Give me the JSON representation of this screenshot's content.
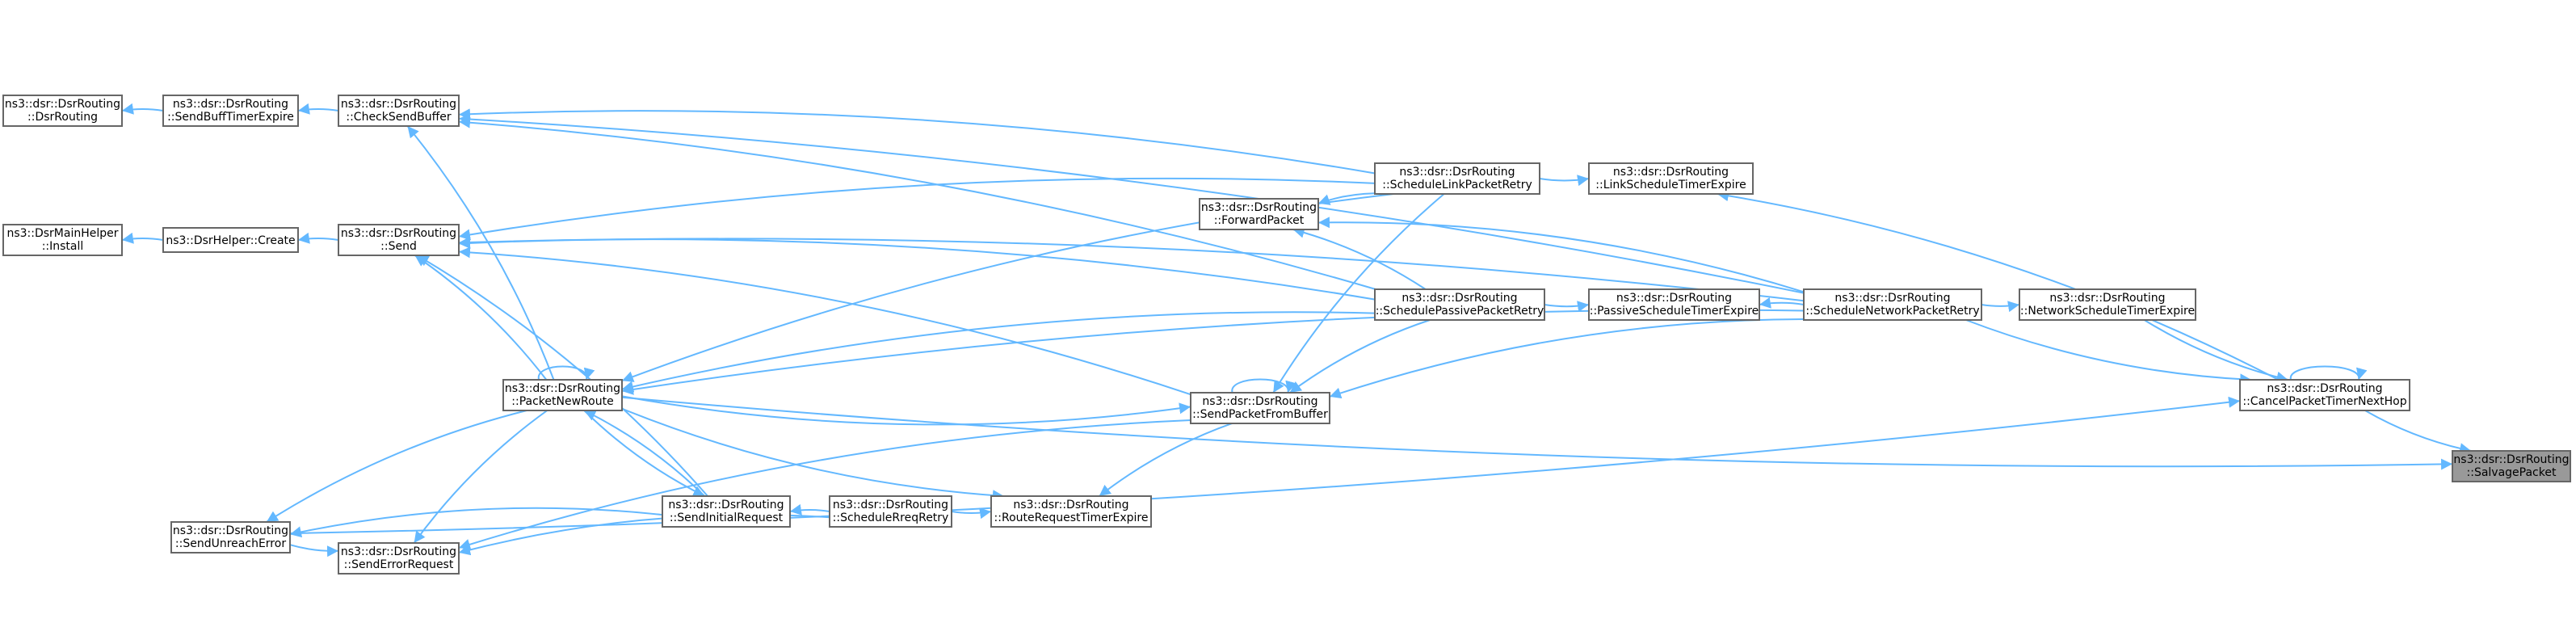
{
  "nodes": [
    {
      "id": "dsr_ctor",
      "line1": "ns3::dsr::DsrRouting",
      "line2": "::DsrRouting"
    },
    {
      "id": "send_buff_timer",
      "line1": "ns3::dsr::DsrRouting",
      "line2": "::SendBuffTimerExpire"
    },
    {
      "id": "check_send_buffer",
      "line1": "ns3::dsr::DsrRouting",
      "line2": "::CheckSendBuffer"
    },
    {
      "id": "main_helper_install",
      "line1": "ns3::DsrMainHelper",
      "line2": "::Install"
    },
    {
      "id": "helper_create",
      "line1": "ns3::DsrHelper::Create",
      "line2": ""
    },
    {
      "id": "send",
      "line1": "ns3::dsr::DsrRouting",
      "line2": "::Send"
    },
    {
      "id": "packet_new_route",
      "line1": "ns3::dsr::DsrRouting",
      "line2": "::PacketNewRoute"
    },
    {
      "id": "send_unreach_error",
      "line1": "ns3::dsr::DsrRouting",
      "line2": "::SendUnreachError"
    },
    {
      "id": "send_initial_request",
      "line1": "ns3::dsr::DsrRouting",
      "line2": "::SendInitialRequest"
    },
    {
      "id": "send_error_request",
      "line1": "ns3::dsr::DsrRouting",
      "line2": "::SendErrorRequest"
    },
    {
      "id": "schedule_rreq_retry",
      "line1": "ns3::dsr::DsrRouting",
      "line2": "::ScheduleRreqRetry"
    },
    {
      "id": "route_request_timer",
      "line1": "ns3::dsr::DsrRouting",
      "line2": "::RouteRequestTimerExpire"
    },
    {
      "id": "forward_packet",
      "line1": "ns3::dsr::DsrRouting",
      "line2": "::ForwardPacket"
    },
    {
      "id": "send_packet_from_buffer",
      "line1": "ns3::dsr::DsrRouting",
      "line2": "::SendPacketFromBuffer"
    },
    {
      "id": "schedule_link_retry",
      "line1": "ns3::dsr::DsrRouting",
      "line2": "::ScheduleLinkPacketRetry"
    },
    {
      "id": "schedule_passive_retry",
      "line1": "ns3::dsr::DsrRouting",
      "line2": "::SchedulePassivePacketRetry"
    },
    {
      "id": "link_schedule_timer",
      "line1": "ns3::dsr::DsrRouting",
      "line2": "::LinkScheduleTimerExpire"
    },
    {
      "id": "passive_schedule_timer",
      "line1": "ns3::dsr::DsrRouting",
      "line2": "::PassiveScheduleTimerExpire"
    },
    {
      "id": "schedule_network_retry",
      "line1": "ns3::dsr::DsrRouting",
      "line2": "::ScheduleNetworkPacketRetry"
    },
    {
      "id": "network_schedule_timer",
      "line1": "ns3::dsr::DsrRouting",
      "line2": "::NetworkScheduleTimerExpire"
    },
    {
      "id": "cancel_packet_timer",
      "line1": "ns3::dsr::DsrRouting",
      "line2": "::CancelPacketTimerNextHop"
    },
    {
      "id": "salvage_packet",
      "line1": "ns3::dsr::DsrRouting",
      "line2": "::SalvagePacket"
    }
  ],
  "edges": [
    [
      "send_buff_timer",
      "dsr_ctor"
    ],
    [
      "check_send_buffer",
      "send_buff_timer"
    ],
    [
      "helper_create",
      "main_helper_install"
    ],
    [
      "send",
      "helper_create"
    ],
    [
      "packet_new_route",
      "send"
    ],
    [
      "packet_new_route",
      "check_send_buffer"
    ],
    [
      "packet_new_route",
      "packet_new_route"
    ],
    [
      "packet_new_route",
      "send_unreach_error"
    ],
    [
      "packet_new_route",
      "send_error_request"
    ],
    [
      "packet_new_route",
      "send_initial_request"
    ],
    [
      "packet_new_route",
      "route_request_timer"
    ],
    [
      "packet_new_route",
      "send_packet_from_buffer"
    ],
    [
      "packet_new_route",
      "salvage_packet"
    ],
    [
      "send_initial_request",
      "send"
    ],
    [
      "send_initial_request",
      "packet_new_route"
    ],
    [
      "send_initial_request",
      "send_unreach_error"
    ],
    [
      "send_unreach_error",
      "send_error_request"
    ],
    [
      "send_unreach_error",
      "cancel_packet_timer"
    ],
    [
      "schedule_rreq_retry",
      "send_initial_request"
    ],
    [
      "schedule_rreq_retry",
      "send_error_request"
    ],
    [
      "schedule_rreq_retry",
      "route_request_timer"
    ],
    [
      "send_packet_from_buffer",
      "send"
    ],
    [
      "send_packet_from_buffer",
      "send_error_request"
    ],
    [
      "send_packet_from_buffer",
      "send_packet_from_buffer"
    ],
    [
      "send_packet_from_buffer",
      "route_request_timer"
    ],
    [
      "schedule_link_retry",
      "check_send_buffer"
    ],
    [
      "schedule_link_retry",
      "send"
    ],
    [
      "schedule_link_retry",
      "forward_packet"
    ],
    [
      "schedule_link_retry",
      "packet_new_route"
    ],
    [
      "schedule_link_retry",
      "send_packet_from_buffer"
    ],
    [
      "schedule_link_retry",
      "link_schedule_timer"
    ],
    [
      "schedule_passive_retry",
      "check_send_buffer"
    ],
    [
      "schedule_passive_retry",
      "send"
    ],
    [
      "schedule_passive_retry",
      "forward_packet"
    ],
    [
      "schedule_passive_retry",
      "packet_new_route"
    ],
    [
      "schedule_passive_retry",
      "send_packet_from_buffer"
    ],
    [
      "schedule_passive_retry",
      "passive_schedule_timer"
    ],
    [
      "schedule_network_retry",
      "check_send_buffer"
    ],
    [
      "schedule_network_retry",
      "send"
    ],
    [
      "schedule_network_retry",
      "forward_packet"
    ],
    [
      "schedule_network_retry",
      "packet_new_route"
    ],
    [
      "schedule_network_retry",
      "send_packet_from_buffer"
    ],
    [
      "schedule_network_retry",
      "passive_schedule_timer"
    ],
    [
      "schedule_network_retry",
      "network_schedule_timer"
    ],
    [
      "schedule_network_retry",
      "cancel_packet_timer"
    ],
    [
      "network_schedule_timer",
      "cancel_packet_timer"
    ],
    [
      "cancel_packet_timer",
      "link_schedule_timer"
    ],
    [
      "cancel_packet_timer",
      "cancel_packet_timer"
    ],
    [
      "cancel_packet_timer",
      "salvage_packet"
    ]
  ]
}
